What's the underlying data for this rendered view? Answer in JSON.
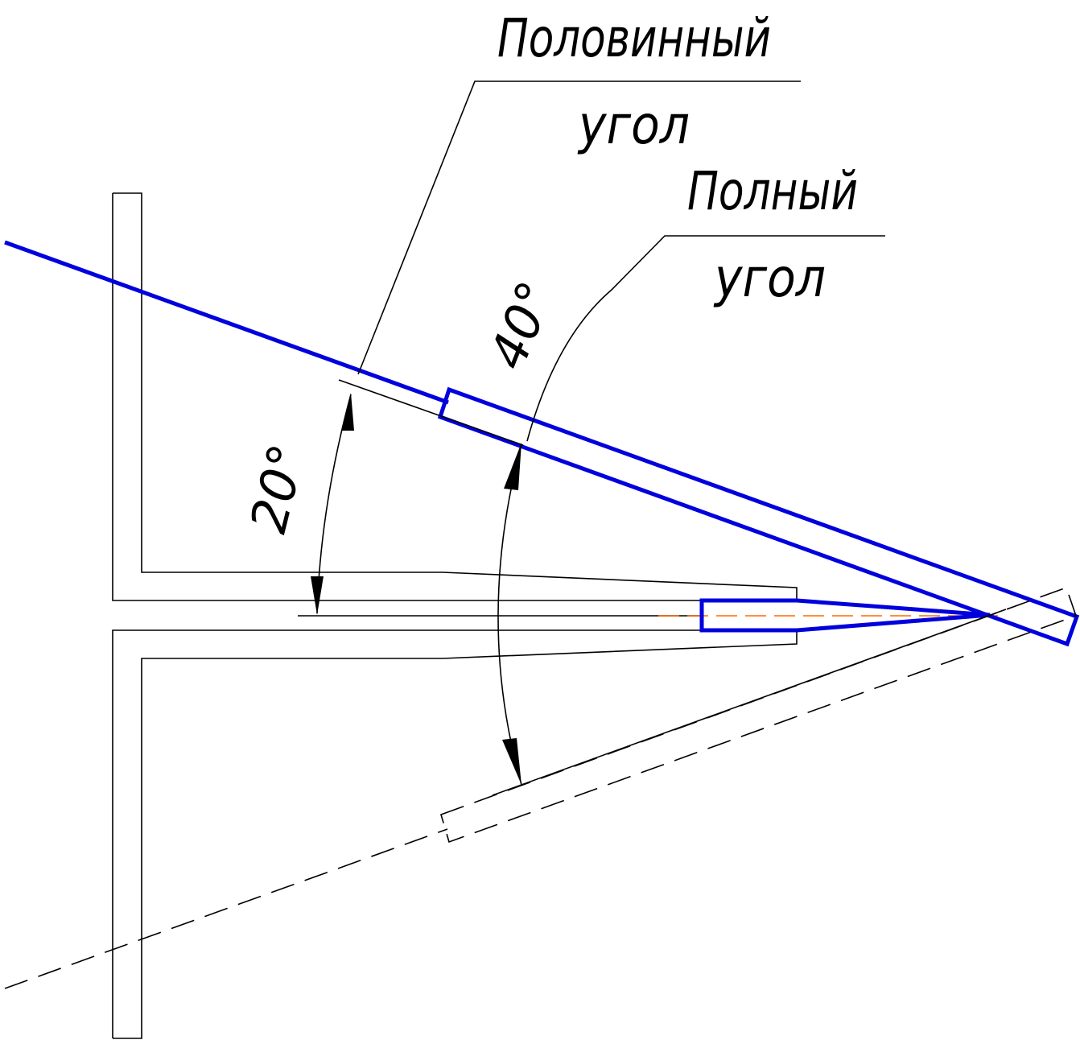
{
  "labels": {
    "half_angle_line1": "Половинный",
    "half_angle_line2": "угол",
    "full_angle_line1": "Полный",
    "full_angle_line2": "угол",
    "half_angle_value": "20°",
    "full_angle_value": "40°"
  },
  "colors": {
    "tool": "#0000dd",
    "centerline": "#ff6a00",
    "outline": "#000000"
  }
}
